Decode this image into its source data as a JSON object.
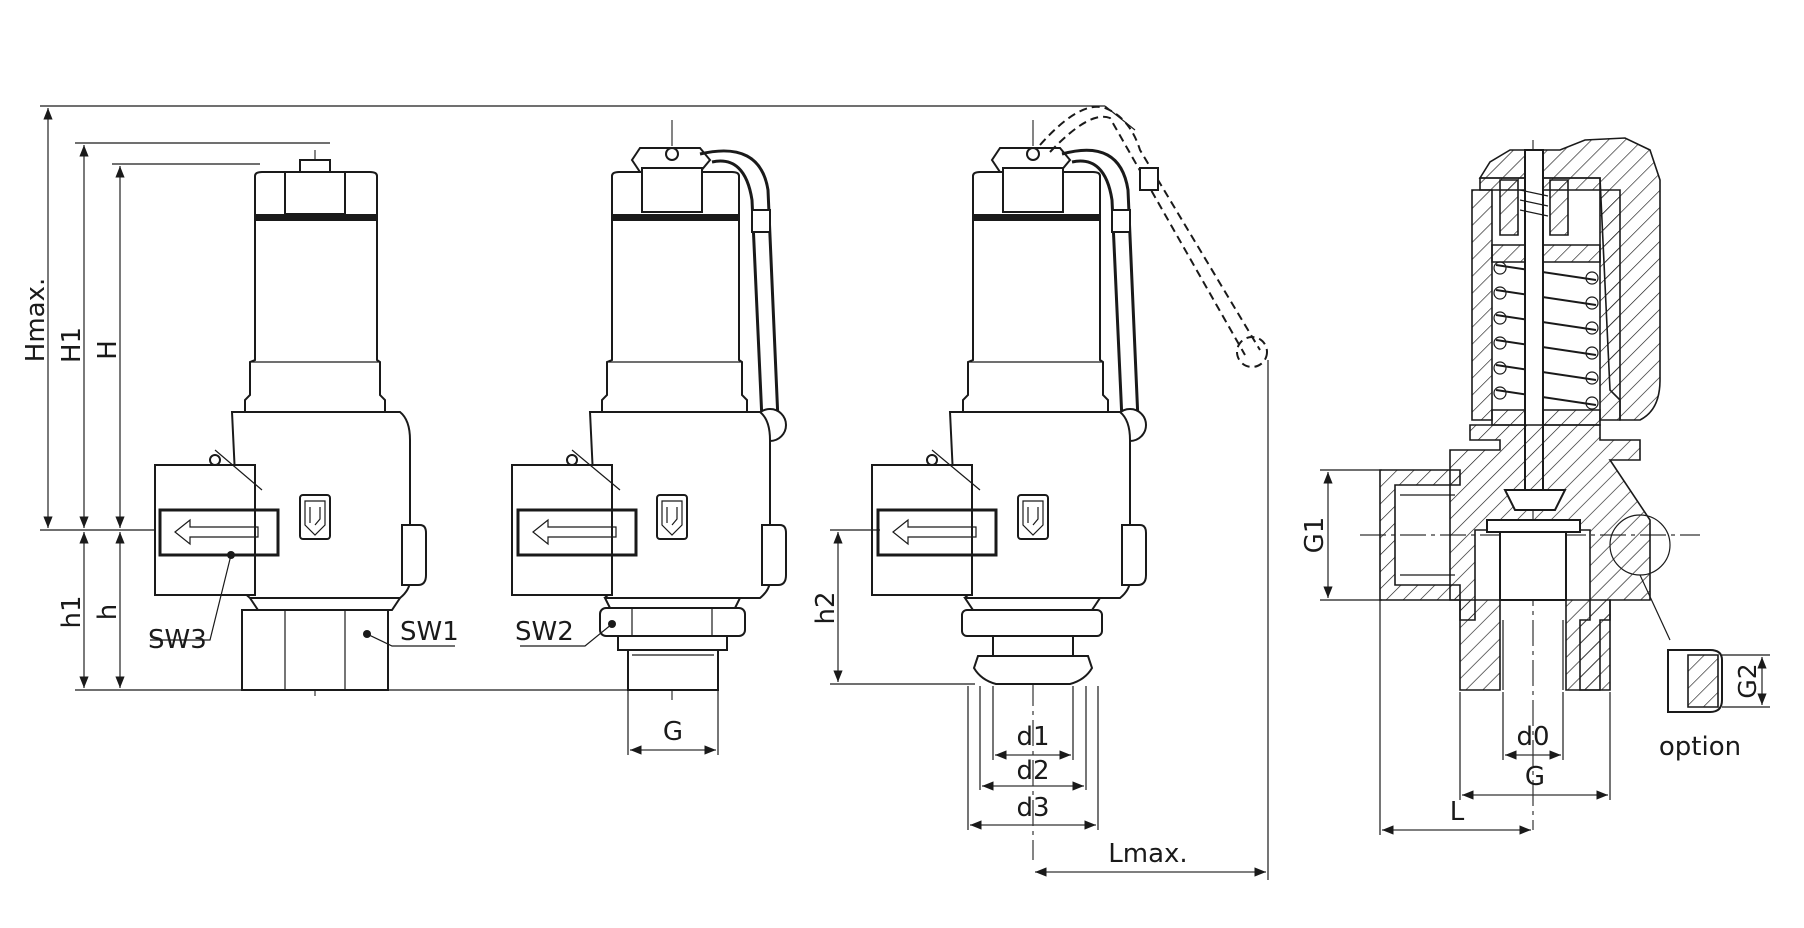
{
  "labels": {
    "hmax": "Hmax.",
    "h1_upper": "H1",
    "h_upper": "H",
    "h1_lower": "h1",
    "h_lower": "h",
    "h2": "h2",
    "sw3": "SW3",
    "sw1": "SW1",
    "sw2": "SW2",
    "g_thread": "G",
    "d1": "d1",
    "d2": "d2",
    "d3": "d3",
    "lmax": "Lmax.",
    "g1": "G1",
    "g2": "G2",
    "d0": "d0",
    "g_section": "G",
    "l": "L",
    "option": "option"
  },
  "icons": {
    "arrow": "flow-direction-arrow-icon",
    "logo": "manufacturer-logo-icon"
  },
  "colors": {
    "line": "#1a1a1a",
    "background": "#ffffff"
  }
}
